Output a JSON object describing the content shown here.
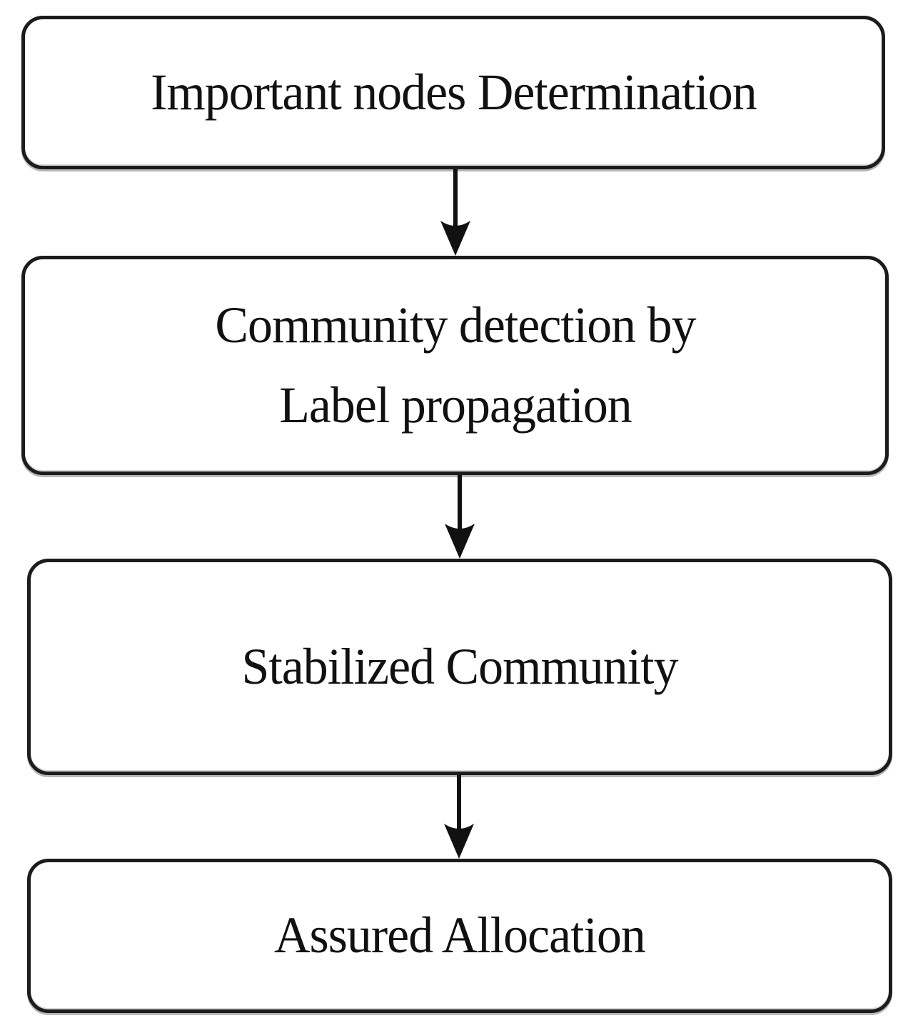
{
  "diagram": {
    "type": "flowchart",
    "direction": "top-down",
    "colors": {
      "border": "#1c1c1c",
      "text": "#111111",
      "background": "#ffffff",
      "arrow": "#111111"
    },
    "nodes": [
      {
        "id": "important-nodes-determination",
        "label": "Important nodes Determination"
      },
      {
        "id": "community-detection-by-label-propagation",
        "label": "Community detection by\nLabel propagation"
      },
      {
        "id": "stabilized-community",
        "label": "Stabilized Community"
      },
      {
        "id": "assured-allocation",
        "label": "Assured Allocation"
      }
    ],
    "connectors": [
      {
        "from": "important-nodes-determination",
        "to": "community-detection-by-label-propagation",
        "style": "solid-arrow-down"
      },
      {
        "from": "community-detection-by-label-propagation",
        "to": "stabilized-community",
        "style": "solid-arrow-down"
      },
      {
        "from": "stabilized-community",
        "to": "assured-allocation",
        "style": "solid-arrow-down"
      }
    ]
  }
}
